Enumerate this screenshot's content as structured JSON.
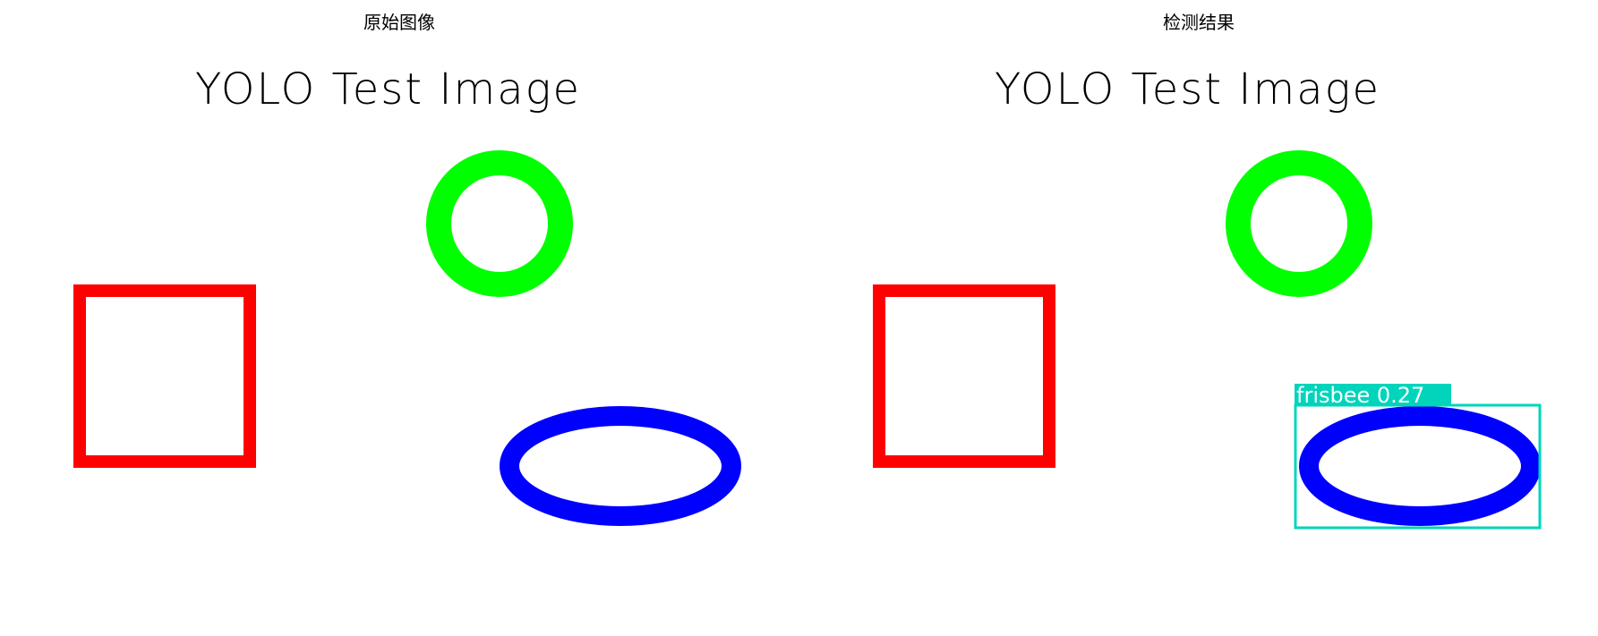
{
  "panels": [
    {
      "title": "原始图像",
      "image_text": "YOLO Test Image",
      "shapes": [
        {
          "kind": "circle",
          "color": "#00ff00"
        },
        {
          "kind": "square",
          "color": "#ff0000"
        },
        {
          "kind": "ellipse",
          "color": "#0000ff"
        }
      ]
    },
    {
      "title": "检测结果",
      "image_text": "YOLO Test Image",
      "shapes": [
        {
          "kind": "circle",
          "color": "#00ff00"
        },
        {
          "kind": "square",
          "color": "#ff0000"
        },
        {
          "kind": "ellipse",
          "color": "#0000ff"
        }
      ],
      "detections": [
        {
          "label": "frisbee 0.27",
          "color": "#00d4bb"
        }
      ]
    }
  ]
}
